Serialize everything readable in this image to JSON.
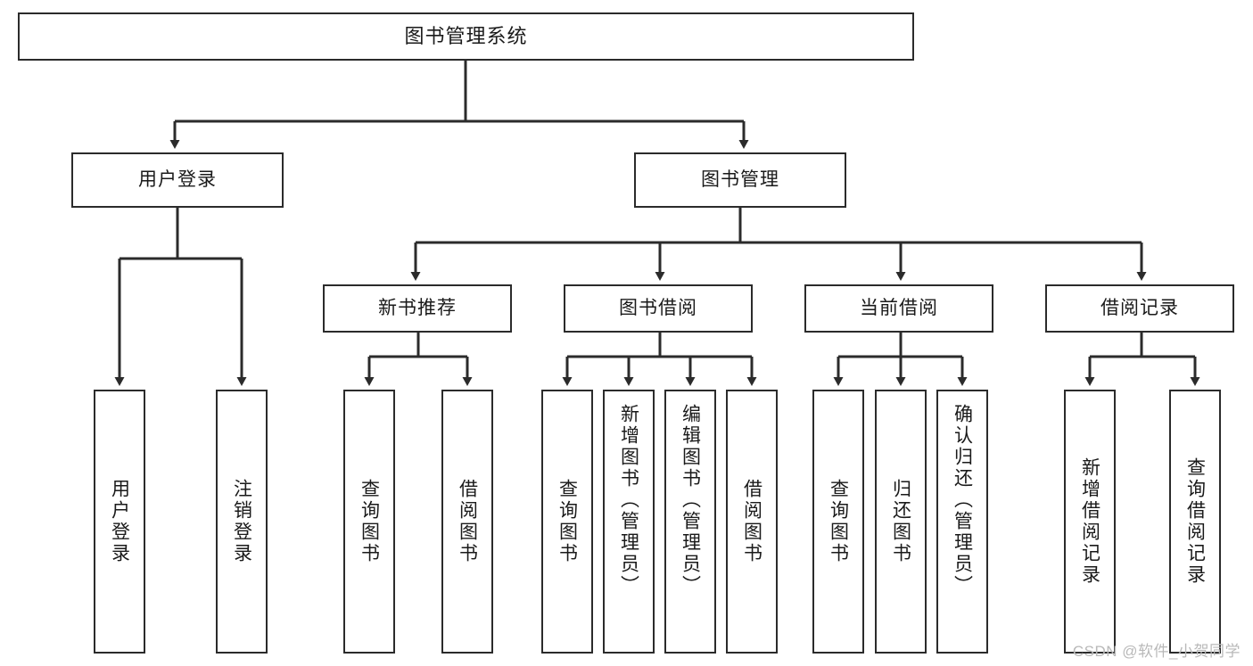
{
  "diagram": {
    "title": "图书管理系统",
    "type": "function-structure-tree",
    "watermark": "CSDN @软件_小贺同学",
    "accent_color": "#2b2b2b",
    "background_color": "#ffffff"
  },
  "root": {
    "label": "图书管理系统"
  },
  "level1": [
    {
      "label": "用户登录"
    },
    {
      "label": "图书管理"
    }
  ],
  "level2": [
    {
      "label": "新书推荐"
    },
    {
      "label": "图书借阅"
    },
    {
      "label": "当前借阅"
    },
    {
      "label": "借阅记录"
    }
  ],
  "leaves": {
    "user_login": [
      {
        "label": "用户登录"
      },
      {
        "label": "注销登录"
      }
    ],
    "new_book_recommend": [
      {
        "label": "查询图书"
      },
      {
        "label": "借阅图书"
      }
    ],
    "book_borrow": [
      {
        "label": "查询图书"
      },
      {
        "label": "新增图书（管理员）"
      },
      {
        "label": "编辑图书（管理员）"
      },
      {
        "label": "借阅图书"
      }
    ],
    "current_borrow": [
      {
        "label": "查询图书"
      },
      {
        "label": "归还图书"
      },
      {
        "label": "确认归还（管理员）"
      }
    ],
    "borrow_record": [
      {
        "label": "新增借阅记录"
      },
      {
        "label": "查询借阅记录"
      }
    ]
  }
}
